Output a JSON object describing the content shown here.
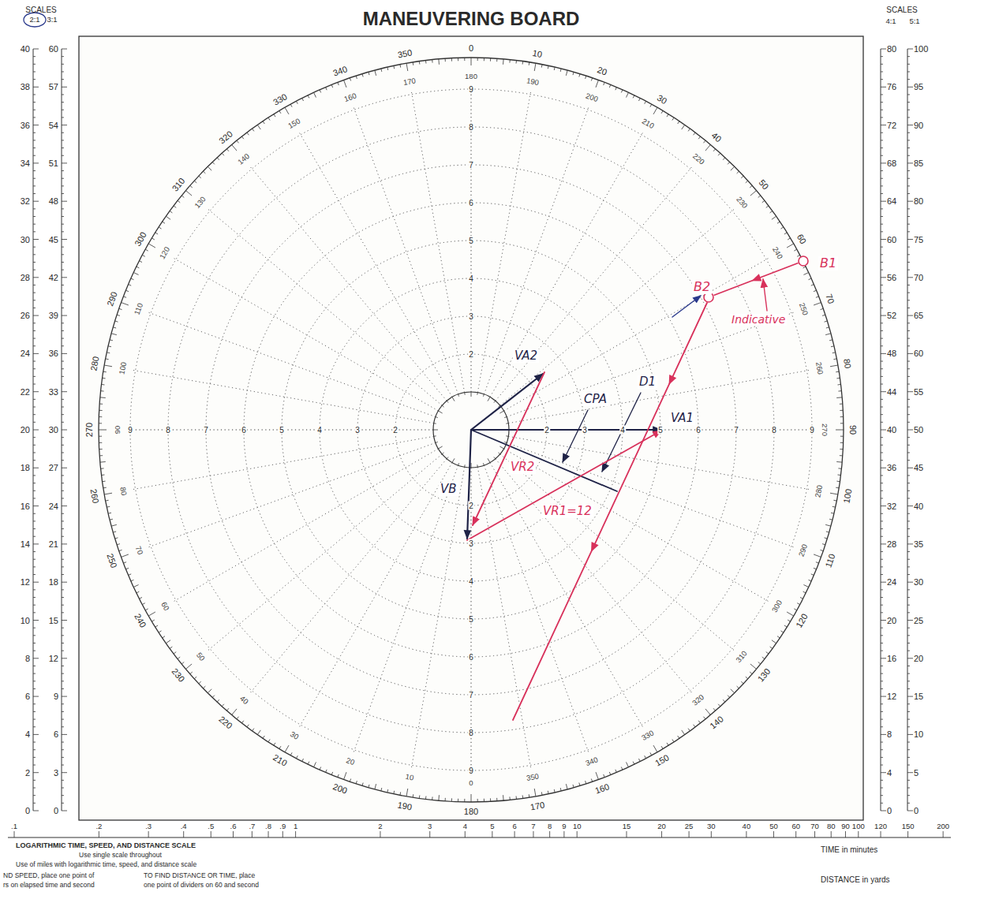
{
  "diagram": {
    "title": "MANEUVERING BOARD",
    "nodes": [
      {
        "text": [
          "B1"
        ]
      },
      {
        "text": [
          "B2"
        ]
      }
    ],
    "edges": [
      {
        "from": 0,
        "to": 1,
        "arrow": "to"
      }
    ],
    "labels": [
      "SCALES",
      "2:1",
      "3:1",
      "SCALES",
      "4:1",
      "5:1",
      "40",
      "38",
      "36",
      "34",
      "32",
      "30",
      "28",
      "26",
      "24",
      "22",
      "20",
      "18",
      "16",
      "14",
      "12",
      "10",
      "8",
      "6",
      "4",
      "2",
      "0",
      "60",
      "57",
      "54",
      "51",
      "48",
      "45",
      "42",
      "39",
      "36",
      "33",
      "30",
      "27",
      "24",
      "21",
      "18",
      "15",
      "12",
      "9",
      "6",
      "3",
      "0",
      "80",
      "76",
      "72",
      "68",
      "64",
      "60",
      "56",
      "52",
      "48",
      "44",
      "40",
      "36",
      "32",
      "28",
      "24",
      "20",
      "16",
      "12",
      "8",
      "4",
      "0",
      "100",
      "95",
      "90",
      "85",
      "80",
      "75",
      "70",
      "65",
      "60",
      "55",
      "50",
      "45",
      "40",
      "35",
      "30",
      "25",
      "20",
      "15",
      "10",
      "5",
      "0",
      "0",
      "10",
      "20",
      "30",
      "40",
      "50",
      "60",
      "70",
      "80",
      "90",
      "100",
      "110",
      "120",
      "130",
      "140",
      "150",
      "160",
      "170",
      "180",
      "190",
      "200",
      "210",
      "220",
      "230",
      "240",
      "250",
      "260",
      "270",
      "280",
      "290",
      "300",
      "310",
      "320",
      "330",
      "340",
      "350",
      "180",
      "190",
      "200",
      "210",
      "220",
      "230",
      "240",
      "250",
      "260",
      "270",
      "280",
      "290",
      "300",
      "310",
      "320",
      "330",
      "340",
      "350",
      "0",
      "10",
      "20",
      "30",
      "40",
      "50",
      "60",
      "70",
      "80",
      "90",
      "100",
      "110",
      "120",
      "130",
      "140",
      "150",
      "160",
      "170",
      "2",
      "3",
      "4",
      "5",
      "6",
      "7",
      "8",
      "9",
      "2",
      "3",
      "4",
      "5",
      "6",
      "7",
      "8",
      "9",
      "2",
      "3",
      "4",
      "5",
      "6",
      "7",
      "8",
      "9",
      "2",
      "3",
      "4",
      "5",
      "6",
      "7",
      "8",
      "9",
      "VA2",
      "VA1",
      "VB",
      "VR2",
      "VR1=12",
      "CPA",
      "D1",
      "Indicative",
      ".1",
      ".2",
      ".3",
      ".4",
      ".5",
      ".6",
      ".7",
      ".8",
      ".9",
      "1",
      "2",
      "3",
      "4",
      "5",
      "6",
      "7",
      "8",
      "9",
      "10",
      "15",
      "20",
      "25",
      "30",
      "40",
      "50",
      "60",
      "70",
      "80",
      "90",
      "100",
      "120",
      "150",
      "200",
      "LOGARITHMIC TIME, SPEED, AND DISTANCE SCALE",
      "Use single scale throughout",
      "Use of miles with logarithmic time, speed, and distance scale",
      "ND SPEED, place one point of",
      "TO FIND DISTANCE OR TIME, place",
      "rs on elapsed time and second",
      "one point of dividers on 60 and second",
      "TIME in minutes",
      "DISTANCE in yards"
    ]
  }
}
